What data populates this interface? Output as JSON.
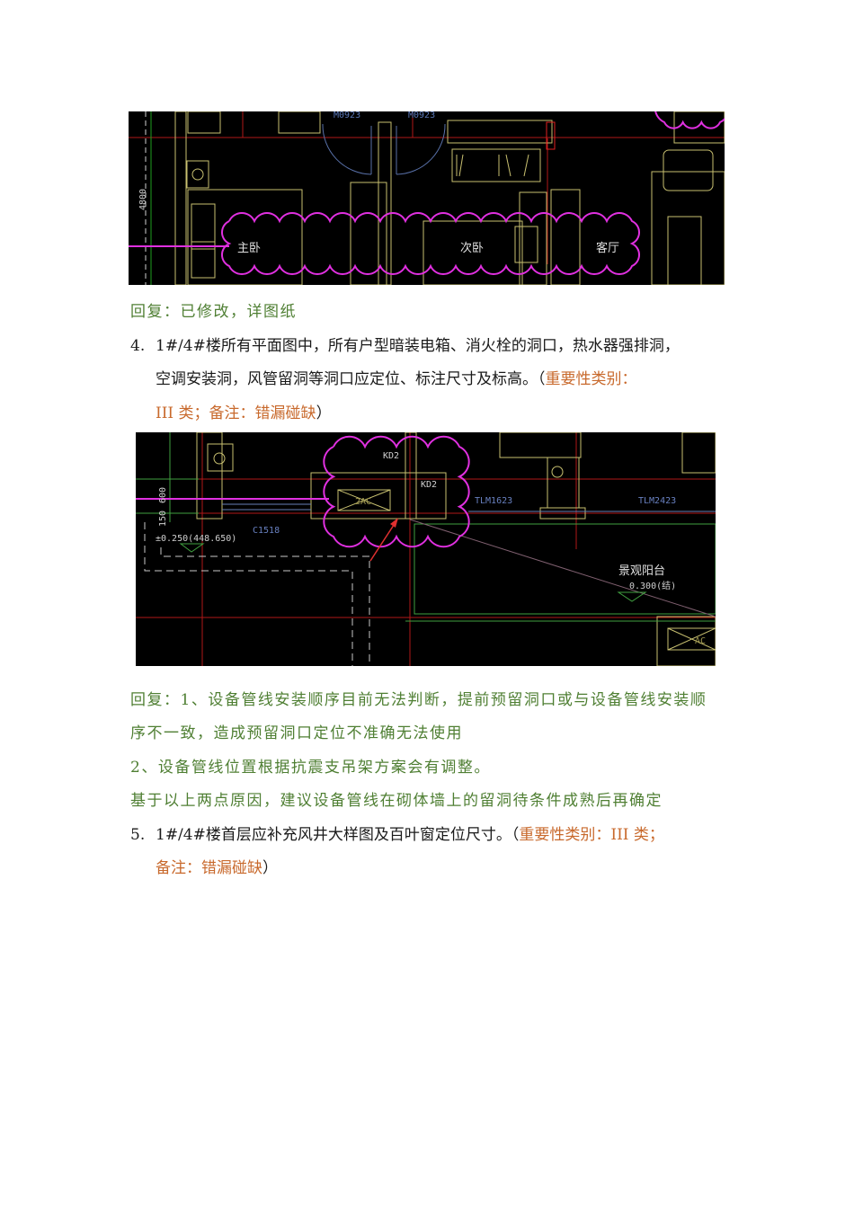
{
  "colors": {
    "reply_text": "#4f7f33",
    "highlight_text": "#c8692c",
    "body_text": "#1a1a1a",
    "cad_background": "#000000",
    "revision_cloud": "#e030e0"
  },
  "figure1": {
    "labels": {
      "door1": "M0923",
      "door2": "M0923",
      "dimension": "4800",
      "room1": "主卧",
      "room2": "次卧",
      "room3": "客厅"
    }
  },
  "reply1": "回复：已修改，详图纸",
  "item4": {
    "number": "4.",
    "line1": "1#/4#楼所有平面图中，所有户型暗装电箱、消火栓的洞口，热水器强排洞，",
    "line2_text": "空调安装洞，风管留洞等洞口应定位、标注尺寸及标高。（",
    "line2_highlight": "重要性类别：",
    "line3_highlight": "III 类；备注：错漏碰缺",
    "line3_close": "）"
  },
  "figure2": {
    "labels": {
      "kd2_a": "KD2",
      "kd2_b": "KD2",
      "ac_box": "2AC",
      "tlm1": "TLM1623",
      "tlm2": "TLM2423",
      "window": "C1518",
      "elevation": "±0.250(448.650)",
      "dim600": "600",
      "dim150": "150",
      "balcony": "景观阳台",
      "balcony_elev": "0.300(结)",
      "ac_box2": "AC"
    }
  },
  "reply2": {
    "line1": "回复：1、设备管线安装顺序目前无法判断，提前预留洞口或与设备管线安装顺",
    "line2": "序不一致，造成预留洞口定位不准确无法使用",
    "line3": "2、设备管线位置根据抗震支吊架方案会有调整。",
    "line4": "基于以上两点原因，建议设备管线在砌体墙上的留洞待条件成熟后再确定"
  },
  "item5": {
    "number": "5.",
    "line1_text": "1#/4#楼首层应补充风井大样图及百叶窗定位尺寸。（",
    "line1_highlight": "重要性类别：III 类；",
    "line2_highlight": "备注：错漏碰缺",
    "line2_close": "）"
  }
}
